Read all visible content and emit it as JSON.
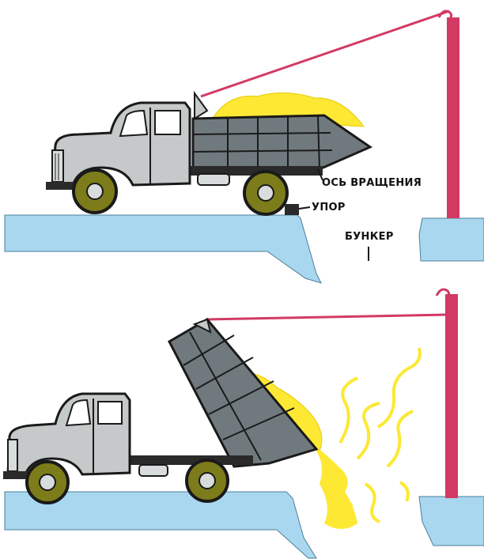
{
  "labels": {
    "axis": "ОСЬ ВРАЩЕНИЯ",
    "stop": "УПОР",
    "bunker": "БУНКЕР"
  },
  "colors": {
    "water": "#a9d7ef",
    "cab": "#c6c9c9",
    "body": "#707a7e",
    "wheel": "#7c7c1a",
    "cable": "#d23a63",
    "load": "#fde834",
    "outline": "#1a1a1a"
  },
  "icons": [
    "dump-truck-icon",
    "crane-pole-icon",
    "bunker-icon",
    "load-pile-icon"
  ]
}
